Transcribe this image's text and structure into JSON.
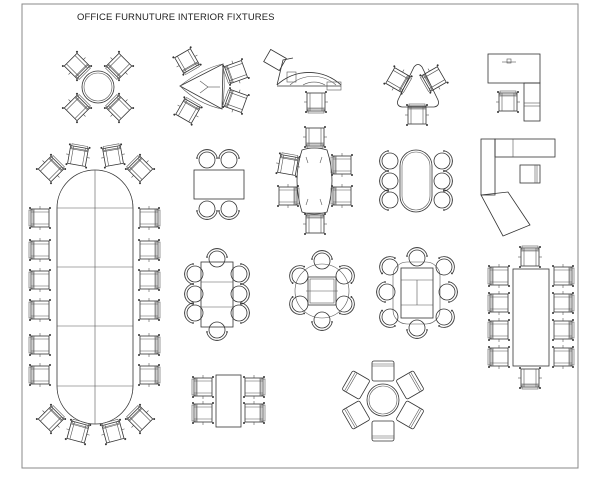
{
  "drawing": {
    "title": "OFFICE FURNUTURE INTERIOR FIXTURES",
    "frame_color": "#888888",
    "line_color": "#333333"
  },
  "fixtures": [
    {
      "id": "round-table-4",
      "label": "Round table with 4 armchairs"
    },
    {
      "id": "triangle-table-4",
      "label": "Triangular table with 4 chairs"
    },
    {
      "id": "curved-reception-desk",
      "label": "Curved reception desk with chair"
    },
    {
      "id": "triangle-table-3",
      "label": "Rounded triangle table with 3 chairs"
    },
    {
      "id": "l-desk-chair",
      "label": "L-shaped desk with chair and return"
    },
    {
      "id": "oval-conference-20",
      "label": "Racetrack conference table with 20 chairs"
    },
    {
      "id": "rect-table-4-round",
      "label": "Rectangular table with 4 round chairs"
    },
    {
      "id": "barrel-table-6",
      "label": "Barrel table with 6 armchairs"
    },
    {
      "id": "oval-table-6",
      "label": "Oval table with 6 round chairs"
    },
    {
      "id": "corner-workstation",
      "label": "Corner workstation with angled desk"
    },
    {
      "id": "rect-table-8-round",
      "label": "Rectangular table with 8 round chairs"
    },
    {
      "id": "octagon-table-6",
      "label": "Square table with 6 round chairs"
    },
    {
      "id": "octagon-table-8",
      "label": "Rectangular table with 8 round chairs"
    },
    {
      "id": "long-table-10",
      "label": "Long table with 10 armchairs"
    },
    {
      "id": "small-rect-table-4",
      "label": "Small rectangular table with 4 armchairs"
    },
    {
      "id": "round-lounge-6",
      "label": "Round table with 6 lounge chairs"
    }
  ]
}
